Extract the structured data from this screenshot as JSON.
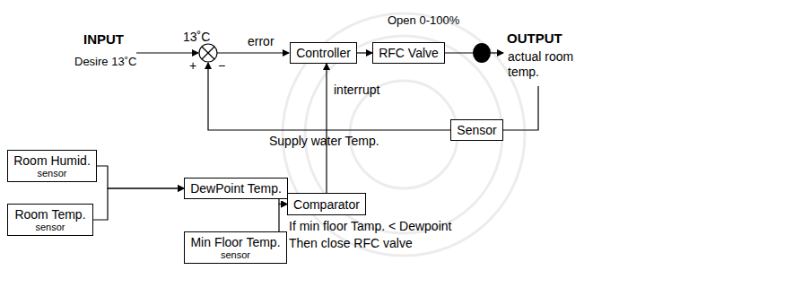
{
  "diagram": {
    "nodes": [
      {
        "text": [
          "Controller"
        ]
      },
      {
        "text": [
          "RFC Valve"
        ]
      },
      {
        "text": [
          "Sensor"
        ]
      },
      {
        "text": [
          "Room Humid.",
          "sensor"
        ]
      },
      {
        "text": [
          "Room Temp.",
          "sensor"
        ]
      },
      {
        "text": [
          "DewPoint Temp."
        ]
      },
      {
        "text": [
          "Min Floor Temp.",
          "sensor"
        ]
      },
      {
        "text": [
          "Comparator"
        ]
      }
    ],
    "edges": [
      {
        "from": 0,
        "to": 1,
        "arrow": "to"
      },
      {
        "from": 7,
        "to": 0,
        "label": "interrupt",
        "arrow": "to"
      },
      {
        "from": 3,
        "to": 5,
        "arrow": "to"
      },
      {
        "from": 4,
        "to": 5,
        "arrow": "to"
      },
      {
        "from": 5,
        "to": 7,
        "arrow": "to"
      },
      {
        "from": 6,
        "to": 7,
        "arrow": "to"
      }
    ],
    "labels": [
      "INPUT",
      "Desire 13˚C",
      "13˚C",
      "+",
      "−",
      "error",
      "Open 0-100%",
      "OUTPUT",
      "actual room temp.",
      "Supply water Temp.",
      "If min floor Tamp. < Dewpoint",
      "Then close RFC valve"
    ]
  }
}
